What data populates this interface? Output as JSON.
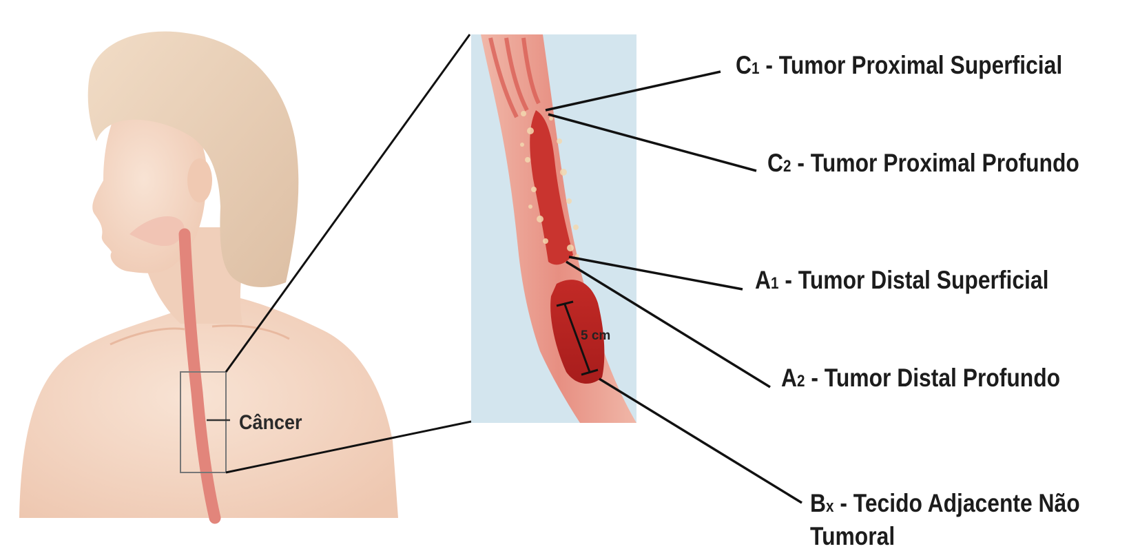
{
  "labels": {
    "c1": {
      "code": "C",
      "sub": "1",
      "text": " - Tumor Proximal Superficial"
    },
    "c2": {
      "code": "C",
      "sub": "2",
      "text": " - Tumor Proximal Profundo"
    },
    "a1": {
      "code": "A",
      "sub": "1",
      "text": " - Tumor Distal Superficial"
    },
    "a2": {
      "code": "A",
      "sub": "2",
      "text": " - Tumor Distal Profundo"
    },
    "bx": {
      "code": "B",
      "sub": "x",
      "text": " - Tecido Adjacente Não",
      "continuation": "Tumoral"
    }
  },
  "cancer_label": "Câncer",
  "measurement": "5 cm",
  "colors": {
    "skin": "#f3d6c3",
    "hair": "#e9cdb4",
    "esophagus": "#d9706a",
    "tumor": "#c8312c",
    "panel_bg": "#d4e6ee",
    "leader": "#111111"
  }
}
